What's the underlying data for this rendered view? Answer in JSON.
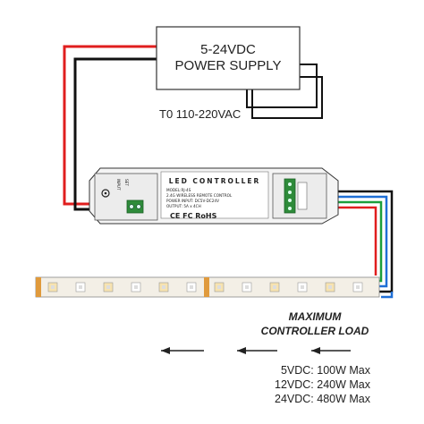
{
  "power_supply": {
    "line1": "5-24VDC",
    "line2": "POWER SUPPLY",
    "input_label": "T0 110-220VAC"
  },
  "controller": {
    "title": "LED CONTROLLER",
    "model": "MODEL:RJ-4S",
    "line1": "2.4G WIRELESS REMOTE CONTROL",
    "line2": "POWER INPUT: DC5V-DC24V",
    "line3": "OUTPUT: 5A x 4CH",
    "marks": "CE FC RoHS",
    "left_label": "SET",
    "left_label2": "INPUT"
  },
  "load": {
    "heading1": "MAXIMUM",
    "heading2": "CONTROLLER LOAD",
    "lines": [
      "5VDC: 100W Max",
      "12VDC: 240W Max",
      "24VDC: 480W Max"
    ]
  },
  "colors": {
    "wire_red": "#e01e1e",
    "wire_black": "#111111",
    "wire_blue": "#1f6fd6",
    "wire_green": "#1b9e3c",
    "strip_fill": "#f3efe6",
    "strip_pad": "#e09a3c"
  }
}
